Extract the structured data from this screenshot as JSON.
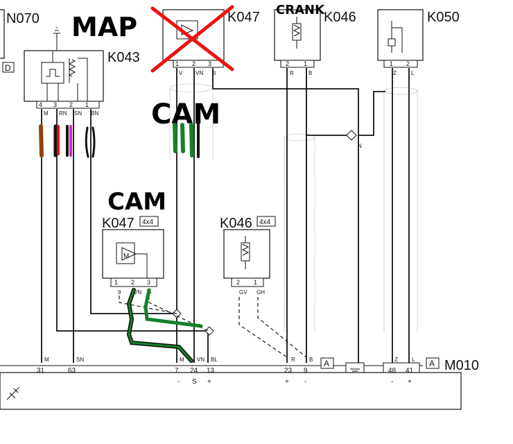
{
  "components": {
    "n070": {
      "code": "N070",
      "tag": "D"
    },
    "k043": {
      "code": "K043",
      "pins": [
        "4",
        "3",
        "2",
        "1"
      ],
      "wires": [
        "M",
        "RN",
        "SN",
        "BN"
      ]
    },
    "k047_top": {
      "code": "K047",
      "pins": [
        "1",
        "2",
        "3"
      ],
      "wires": [
        "V",
        "VN",
        "B"
      ]
    },
    "k046_top": {
      "code": "K046",
      "pins": [
        "2",
        "1"
      ],
      "wires": [
        "R",
        "B"
      ]
    },
    "k050": {
      "code": "K050",
      "pins": [
        "1",
        "2"
      ],
      "wires": [
        "Z",
        "L"
      ]
    },
    "k047_low": {
      "code": "K047",
      "badge": "4x4",
      "pins": [
        "1",
        "2",
        "3"
      ],
      "wires": [
        "9",
        "VN",
        "B"
      ]
    },
    "k046_low": {
      "code": "K046",
      "badge": "4x4",
      "pins": [
        "2",
        "1"
      ],
      "wires": [
        "GV",
        "GH"
      ]
    },
    "m010": {
      "code": "M010",
      "tag_a": "A",
      "pin_numbers": [
        "31",
        "63",
        "7",
        "24",
        "13",
        "23",
        "9",
        "48",
        "41"
      ],
      "wire_codes": [
        "M",
        "SN",
        "M",
        "VN",
        "BL",
        "R",
        "B",
        "Z",
        "L"
      ],
      "signs": [
        "-",
        "S",
        "+",
        "+",
        "-",
        "-",
        "+"
      ]
    }
  },
  "splice_label": "N",
  "annotations": {
    "map": "MAP",
    "cam_top": "CAM",
    "crank": "CRANK",
    "cam_mid": "CAM"
  },
  "colors": {
    "annotation_red": "#ee1111",
    "annotation_green": "#15802a",
    "wire_brown": "#8b4513",
    "wire_red": "#e01010",
    "wire_pink": "#e020c8",
    "line": "#111111"
  }
}
